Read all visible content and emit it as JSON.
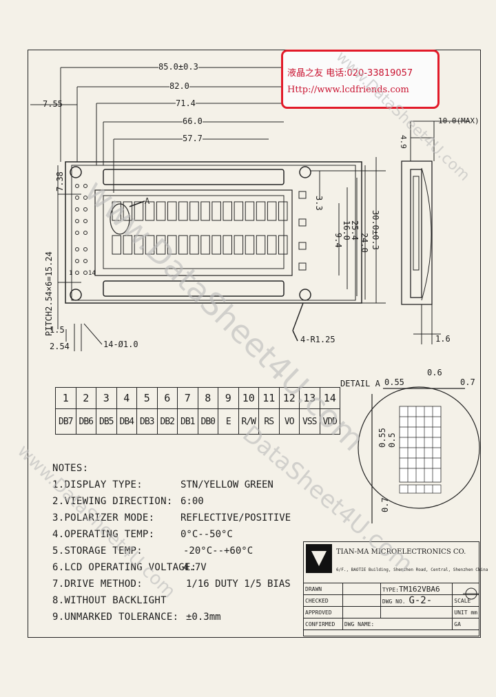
{
  "stamp": {
    "line1": "液晶之友 电话:020-33819057",
    "line2": "Http://www.lcdfriends.com"
  },
  "dimensions": {
    "d_85": "85.0±0.3",
    "d_82": "82.0",
    "d_714": "71.4",
    "d_66": "66.0",
    "d_577": "57.7",
    "d_755": "7.55",
    "d_10max": "10.0(MAX)",
    "d_49": "4.9",
    "d_738": "7.38",
    "d_pitch": "PITCH2.54×6=15.24",
    "d_33": "3.3",
    "d_94": "9.4",
    "d_16": "16.0",
    "d_254": "25.4",
    "d_24": "24.0",
    "d_30": "30.0±0.3",
    "d_15": "1.5",
    "d_254b": "2.54",
    "d_hole": "14-Ø1.0",
    "d_r125": "4-R1.25",
    "d_16b": "1.6",
    "label_a": "A",
    "label_1": "1",
    "label_14": "14"
  },
  "detail": {
    "title": "DETAIL A",
    "d_055": "0.55",
    "d_06": "0.6",
    "d_07": "0.7",
    "d_055v": "0.55",
    "d_05v": "0.5",
    "d_07v": "0.7"
  },
  "pins": {
    "numbers": [
      "1",
      "2",
      "3",
      "4",
      "5",
      "6",
      "7",
      "8",
      "9",
      "10",
      "11",
      "12",
      "13",
      "14"
    ],
    "names": [
      "DB7",
      "DB6",
      "DB5",
      "DB4",
      "DB3",
      "DB2",
      "DB1",
      "DB0",
      "E",
      "R/W",
      "RS",
      "VO",
      "VSS",
      "VDD"
    ]
  },
  "notes": {
    "heading": "NOTES:",
    "items": [
      {
        "label": "1.DISPLAY TYPE:",
        "value": "STN/YELLOW GREEN"
      },
      {
        "label": "2.VIEWING DIRECTION:",
        "value": "6:00"
      },
      {
        "label": "3.POLARIZER MODE:",
        "value": "REFLECTIVE/POSITIVE"
      },
      {
        "label": "4.OPERATING TEMP:",
        "value": "0°C--50°C"
      },
      {
        "label": "5.STORAGE TEMP:",
        "value": "-20°C--+60°C"
      },
      {
        "label": "6.LCD OPERATING VOLTAGE:",
        "value": "4.7V"
      },
      {
        "label": "7.DRIVE METHOD:",
        "value": "1/16 DUTY   1/5 BIAS"
      },
      {
        "label": "8.WITHOUT BACKLIGHT",
        "value": ""
      },
      {
        "label": "9.UNMARKED TOLERANCE:",
        "value": "±0.3mm"
      }
    ]
  },
  "title_block": {
    "company": "TIAN-MA MICROELECTRONICS CO.",
    "address": "6/F., BAOTIE Building, Shenzhen Road, Central, Shenzhen China",
    "drawn": "DRAWN",
    "checked": "CHECKED",
    "approved": "APPROVED",
    "confirmed": "CONFIRMED",
    "type_label": "TYPE:",
    "type_value": "TM162VBA6",
    "dwg_label": "DWG NO.",
    "dwg_value": "G-2-",
    "scale": "SCALE",
    "unit": "UNIT",
    "unit_value": "mm",
    "dwg_name": "DWG NAME:",
    "ga": "GA"
  },
  "watermarks": [
    "www.DataSheet4U.com",
    "www.DataSheet4U.com",
    "DataSheet4U.com",
    "www.DataSheet4U.com"
  ]
}
